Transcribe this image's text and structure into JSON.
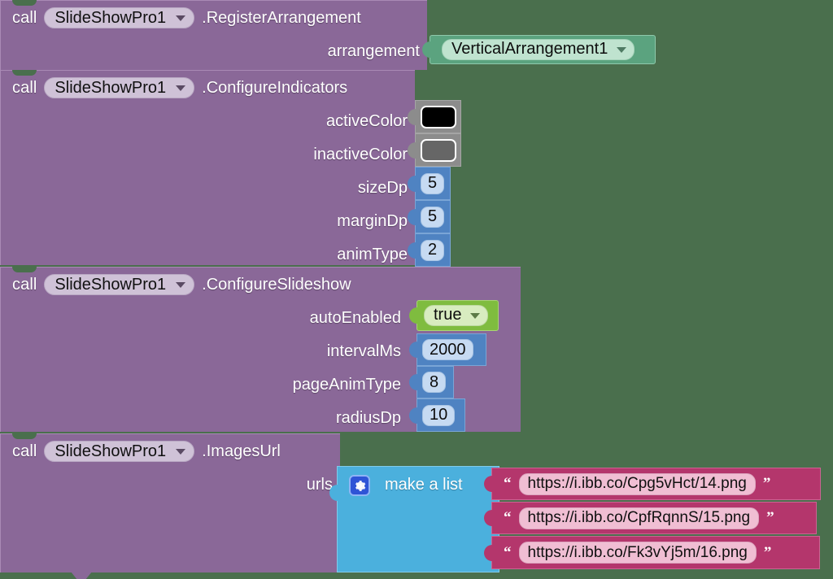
{
  "canvas": {
    "background_color": "#4a6f4d",
    "block_purple": "#8a6898",
    "block_green": "#5ba37f",
    "block_gray": "#8c8c8c",
    "block_blue": "#4f83c2",
    "block_logic_green": "#7fbc3f",
    "block_list_blue": "#4bb0dd",
    "block_text_pink": "#b4366c"
  },
  "keywords": {
    "call": "call"
  },
  "component_name": "SlideShowPro1",
  "blocks": [
    {
      "id": "register-arrangement",
      "call": "call",
      "component": "SlideShowPro1",
      "method": ".RegisterArrangement",
      "params": [
        {
          "label": "arrangement",
          "value_type": "component-dropdown",
          "value": "VerticalArrangement1"
        }
      ]
    },
    {
      "id": "configure-indicators",
      "call": "call",
      "component": "SlideShowPro1",
      "method": ".ConfigureIndicators",
      "params": [
        {
          "label": "activeColor",
          "value_type": "color",
          "value": "#000000"
        },
        {
          "label": "inactiveColor",
          "value_type": "color",
          "value": "#666666"
        },
        {
          "label": "sizeDp",
          "value_type": "number",
          "value": "5"
        },
        {
          "label": "marginDp",
          "value_type": "number",
          "value": "5"
        },
        {
          "label": "animType",
          "value_type": "number",
          "value": "2"
        }
      ]
    },
    {
      "id": "configure-slideshow",
      "call": "call",
      "component": "SlideShowPro1",
      "method": ".ConfigureSlideshow",
      "params": [
        {
          "label": "autoEnabled",
          "value_type": "logic-dropdown",
          "value": "true"
        },
        {
          "label": "intervalMs",
          "value_type": "number",
          "value": "2000"
        },
        {
          "label": "pageAnimType",
          "value_type": "number",
          "value": "8"
        },
        {
          "label": "radiusDp",
          "value_type": "number",
          "value": "10"
        }
      ]
    },
    {
      "id": "images-url",
      "call": "call",
      "component": "SlideShowPro1",
      "method": ".ImagesUrl",
      "params": [
        {
          "label": "urls",
          "value_type": "list",
          "value": "make a list"
        }
      ]
    }
  ],
  "make_a_list": {
    "label": "make a list",
    "gear_icon": "gear-icon",
    "items": [
      "https://i.ibb.co/Cpg5vHct/14.png",
      "https://i.ibb.co/CpfRqnnS/15.png",
      "https://i.ibb.co/Fk3vYj5m/16.png"
    ],
    "quote_open": "“",
    "quote_close": "”"
  }
}
